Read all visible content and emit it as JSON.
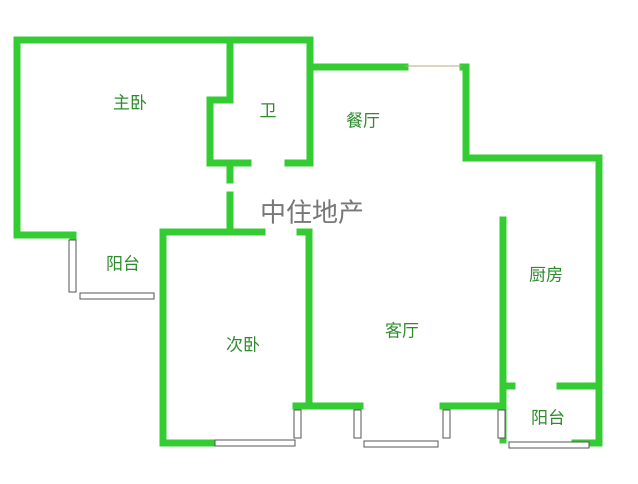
{
  "rooms": {
    "master_bedroom": "主卧",
    "bathroom": "卫",
    "dining_room": "餐厅",
    "balcony_1": "阳台",
    "kitchen": "厨房",
    "second_bedroom": "次卧",
    "living_room": "客厅",
    "balcony_2": "阳台"
  },
  "brand": "中住地产",
  "colors": {
    "wall": "#33cc33",
    "label": "#2e8b2e"
  }
}
